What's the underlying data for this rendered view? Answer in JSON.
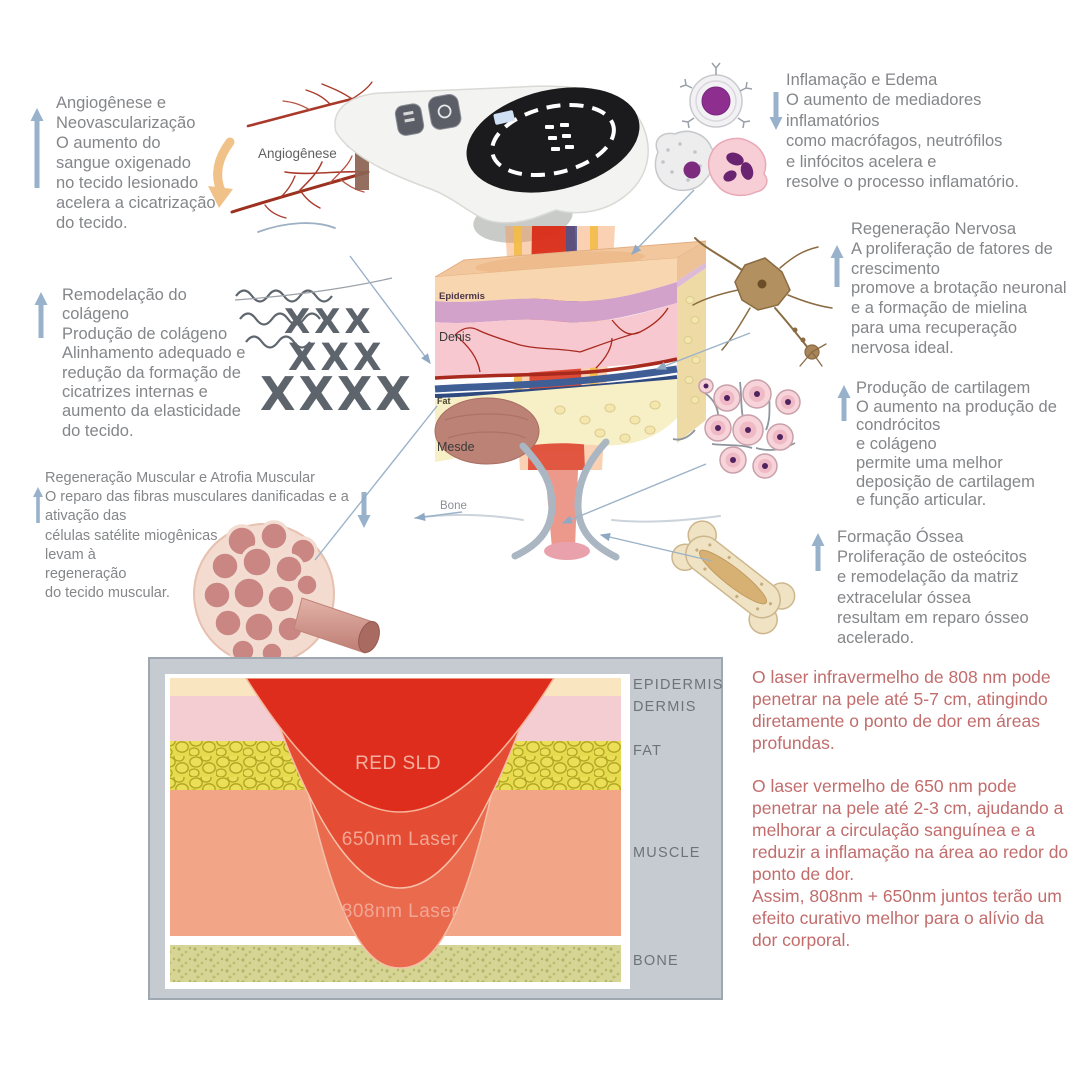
{
  "blocks": {
    "angiogenese": {
      "text": "Angiogênese e\nNeovascularização\nO aumento do\nsangue oxigenado\nno tecido lesionado\nacelera a cicatrização\ndo tecido."
    },
    "vessel_label": "Angiogênese",
    "inflamacao": {
      "text": "Inflamação e Edema\nO aumento de mediadores\ninflamatórios\ncomo macrófagos, neutrófilos\ne linfócitos acelera e\nresolve o processo inflamatório."
    },
    "nervosa": {
      "text": "Regeneração Nervosa\nA proliferação de fatores de\ncrescimento\npromove a brotação neuronal\ne a formação de mielina\npara uma recuperação\nnervosa ideal."
    },
    "colageno": {
      "text": "Remodelação do\ncolágeno\nProdução de colágeno\nAlinhamento adequado e\nredução da formação de\ncicatrizes internas e\naumento da elasticidade\ndo tecido."
    },
    "cartilagem": {
      "text": "Produção de cartilagem\nO aumento na produção de\ncondrócitos\ne colágeno\npermite uma melhor\ndeposição de cartilagem\ne função articular."
    },
    "muscular": {
      "text": "Regeneração Muscular e Atrofia Muscular\nO reparo das fibras musculares danificadas e a\nativação das\ncélulas satélite miogênicas\nlevam à\nregeneração\ndo tecido muscular."
    },
    "ossea": {
      "text": "Formação Óssea\nProliferação de osteócitos\ne remodelação da matriz\nextracelular óssea\nresultam em reparo ósseo\nacelerado."
    }
  },
  "skin_section": {
    "epidermis": "Epidermis",
    "dermis": "Denis",
    "fat": "Fat",
    "muscle": "Mesde",
    "bone": "Bone"
  },
  "collagen_marks": {
    "row1": "XXX",
    "row2": "XXX",
    "row3": "XXXX"
  },
  "panel": {
    "layers": [
      "EPIDERMIS",
      "DERMIS",
      "FAT",
      "MUSCLE",
      "BONE"
    ],
    "beams": [
      "RED SLD",
      "650nm Laser",
      "808nm Laser"
    ]
  },
  "footnotes": {
    "p1": "O laser infravermelho de 808 nm pode\npenetrar na pele até 5-7 cm, atingindo\ndiretamente o ponto de dor em áreas\nprofundas.",
    "p2": "O laser vermelho de 650 nm pode\npenetrar na pele até 2-3 cm, ajudando a\nmelhorar a circulação sanguínea e a\nreduzir a inflamação na área ao redor do\nponto de dor.",
    "p3": "Assim, 808nm + 650nm juntos terão um\nefeito curativo melhor para o alívio da\ndor corporal."
  },
  "colors": {
    "text_gray": "#848689",
    "red_text": "#c26c6c",
    "arrow_blue": "#8ba7c4",
    "panel_bg": "#c6cbd1",
    "beam_red_sld": "#de2d1c",
    "beam_650nm": "#e44c33",
    "beam_808nm": "#ea6a4e"
  }
}
